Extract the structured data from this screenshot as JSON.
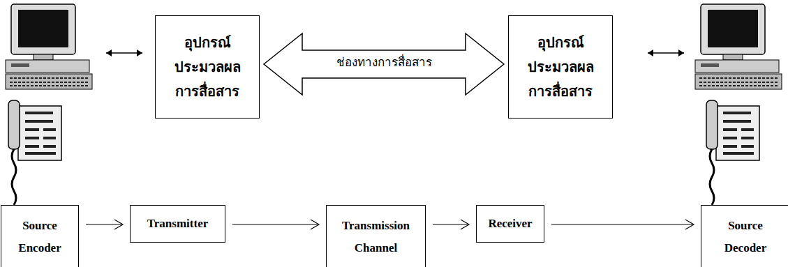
{
  "diagram": {
    "nodes": [
      {
        "text": [
          "อุปกรณ์ ประมวลผล การสื่อสาร"
        ]
      },
      {
        "text": [
          "อุปกรณ์ ประมวลผล การสื่อสาร"
        ]
      },
      {
        "text": [
          "Source Encoder"
        ]
      },
      {
        "text": [
          "Transmitter"
        ]
      },
      {
        "text": [
          "Transmission Channel"
        ]
      },
      {
        "text": [
          "Receiver"
        ]
      },
      {
        "text": [
          "Source Decoder"
        ]
      }
    ],
    "edges": [
      {
        "from": 0,
        "to": 1,
        "arrow": "both",
        "label": "ช่องทางการสื่อสาร"
      },
      {
        "from": 2,
        "to": 3,
        "arrow": "to"
      },
      {
        "from": 3,
        "to": 4,
        "arrow": "to"
      },
      {
        "from": 4,
        "to": 5,
        "arrow": "to"
      },
      {
        "from": 5,
        "to": 6,
        "arrow": "to"
      }
    ]
  }
}
